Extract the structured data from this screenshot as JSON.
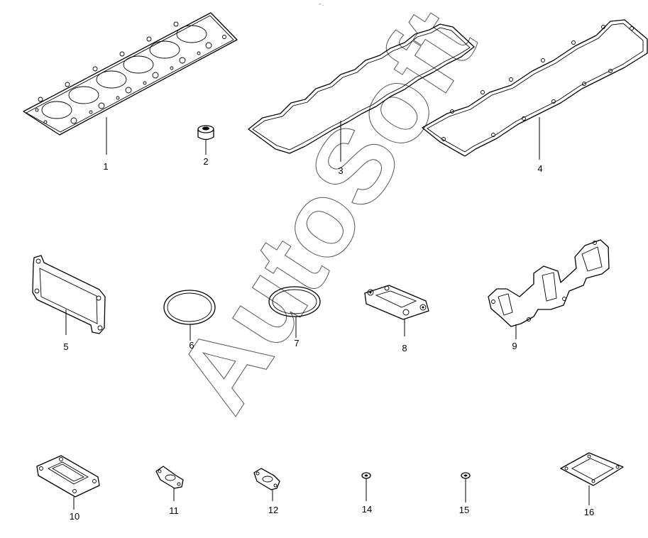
{
  "corner_mark": "°° ‥",
  "watermark": "AutoSoft",
  "parts": [
    {
      "id": "1"
    },
    {
      "id": "2"
    },
    {
      "id": "3"
    },
    {
      "id": "4"
    },
    {
      "id": "5"
    },
    {
      "id": "6"
    },
    {
      "id": "7"
    },
    {
      "id": "8"
    },
    {
      "id": "9"
    },
    {
      "id": "10"
    },
    {
      "id": "11"
    },
    {
      "id": "12"
    },
    {
      "id": "14"
    },
    {
      "id": "15"
    },
    {
      "id": "16"
    }
  ]
}
